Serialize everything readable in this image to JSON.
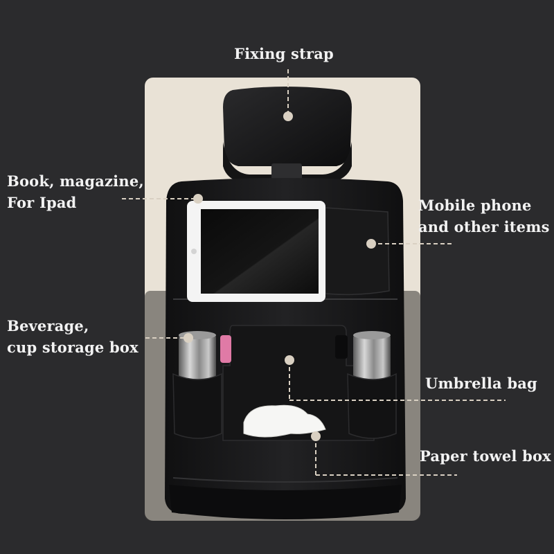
{
  "colors": {
    "background": "#2b2b2d",
    "panel": "#e9e2d6",
    "leather": "#1a1a1b",
    "leader_line": "#d9d0c2",
    "label_text": "#f2f2f2"
  },
  "callouts": [
    {
      "id": "fixing-strap",
      "lines": [
        "Fixing strap"
      ]
    },
    {
      "id": "book-magazine",
      "lines": [
        "Book, magazine,",
        "For Ipad"
      ]
    },
    {
      "id": "mobile-phone",
      "lines": [
        "Mobile phone",
        "and other items"
      ]
    },
    {
      "id": "beverage",
      "lines": [
        "Beverage,",
        "cup storage box"
      ]
    },
    {
      "id": "umbrella-bag",
      "lines": [
        "Umbrella bag"
      ]
    },
    {
      "id": "paper-towel",
      "lines": [
        "Paper towel box"
      ]
    }
  ]
}
